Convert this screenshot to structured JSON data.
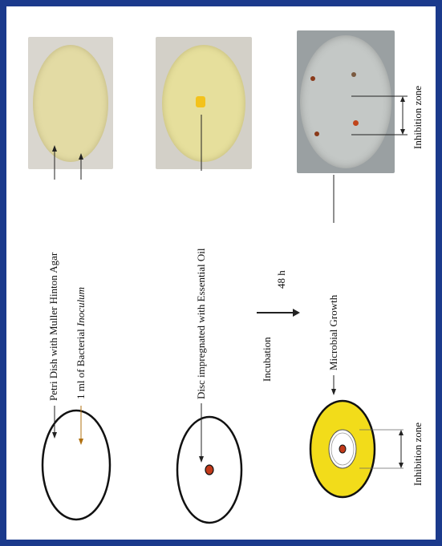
{
  "labels": {
    "petri_dish": "Petri Dish with Muller Hinton Agar",
    "bacterial_prefix": "1 ml of Bacterial ",
    "bacterial_italic": "Inoculum",
    "disc": "Disc impregnated with Essential Oil",
    "incubation": "Incubation",
    "incubation_time": "48 h",
    "microbial_growth": "Microbial Growth",
    "inhibition_zone_photo": "Inhibition zone",
    "inhibition_zone_diagram": "Inhibition zone"
  },
  "colors": {
    "frame_border": "#1b3a8c",
    "agar": "#e4dca6",
    "growth_yellow": "#f2dc1a",
    "disc_red": "#c23a1a",
    "essential_oil_spot": "#f3c21b"
  }
}
